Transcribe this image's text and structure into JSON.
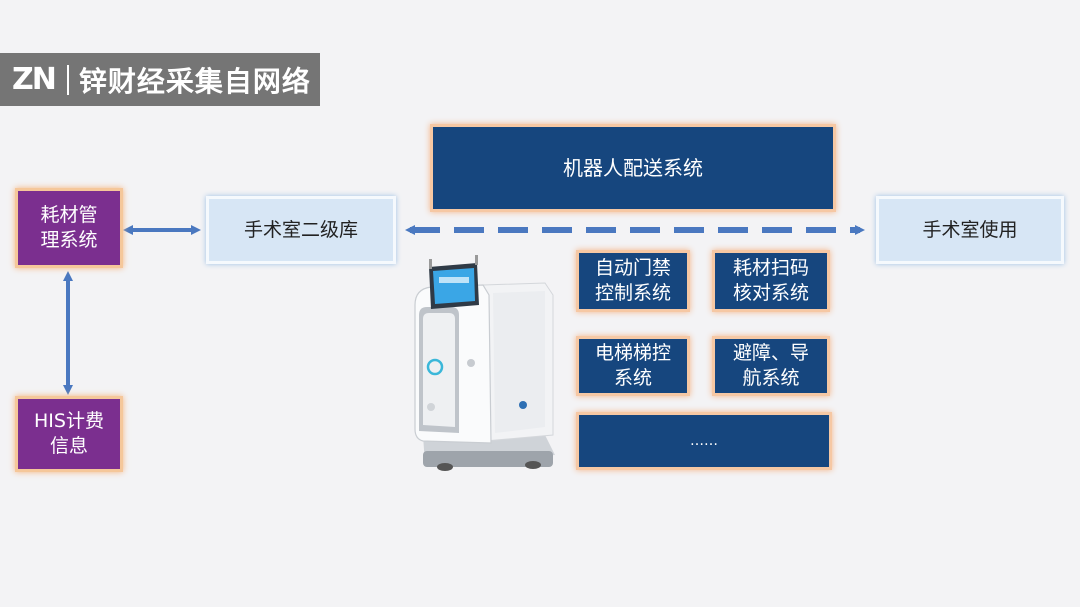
{
  "watermark": {
    "logo": "ZN",
    "text": "锌财经采集自网络"
  },
  "nodes": {
    "consumables_mgmt": "耗材管理系统",
    "his_billing": "HIS计费信息",
    "or_secondary_store": "手术室二级库",
    "or_usage": "手术室使用",
    "robot_delivery": "机器人配送系统",
    "auto_door": "自动门禁控制系统",
    "scan_verify": "耗材扫码核对系统",
    "elevator": "电梯梯控系统",
    "obstacle_nav": "避障、导航系统",
    "more": "……"
  },
  "colors": {
    "purple": "#7b2f8f",
    "navy": "#16467e",
    "light_blue": "#d7e6f5",
    "arrow": "#4a78c0",
    "glow": "#f5b27a"
  }
}
